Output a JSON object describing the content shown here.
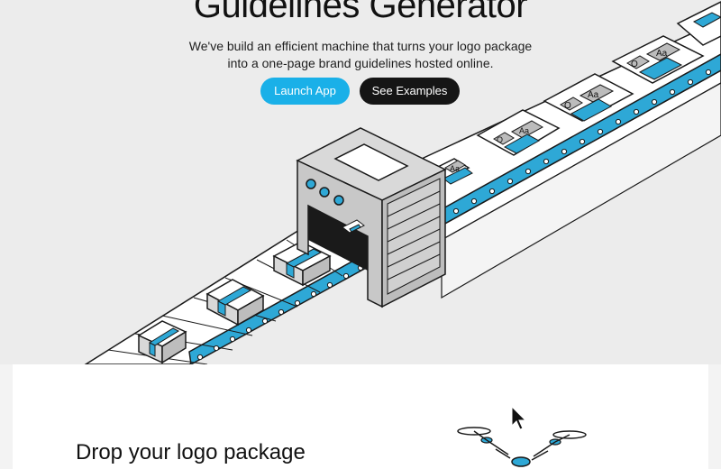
{
  "hero": {
    "title": "Guidelines Generator",
    "subtitle": "We've build an efficient machine that turns your logo package into a one-page brand guidelines hosted online.",
    "launch_button": "Launch App",
    "examples_button": "See Examples"
  },
  "cards": {
    "letter": "O",
    "type_sample": "Aa"
  },
  "section": {
    "heading": "Drop your logo package"
  },
  "colors": {
    "accent": "#1ab0e8",
    "dark": "#151515",
    "background": "#ececec"
  }
}
